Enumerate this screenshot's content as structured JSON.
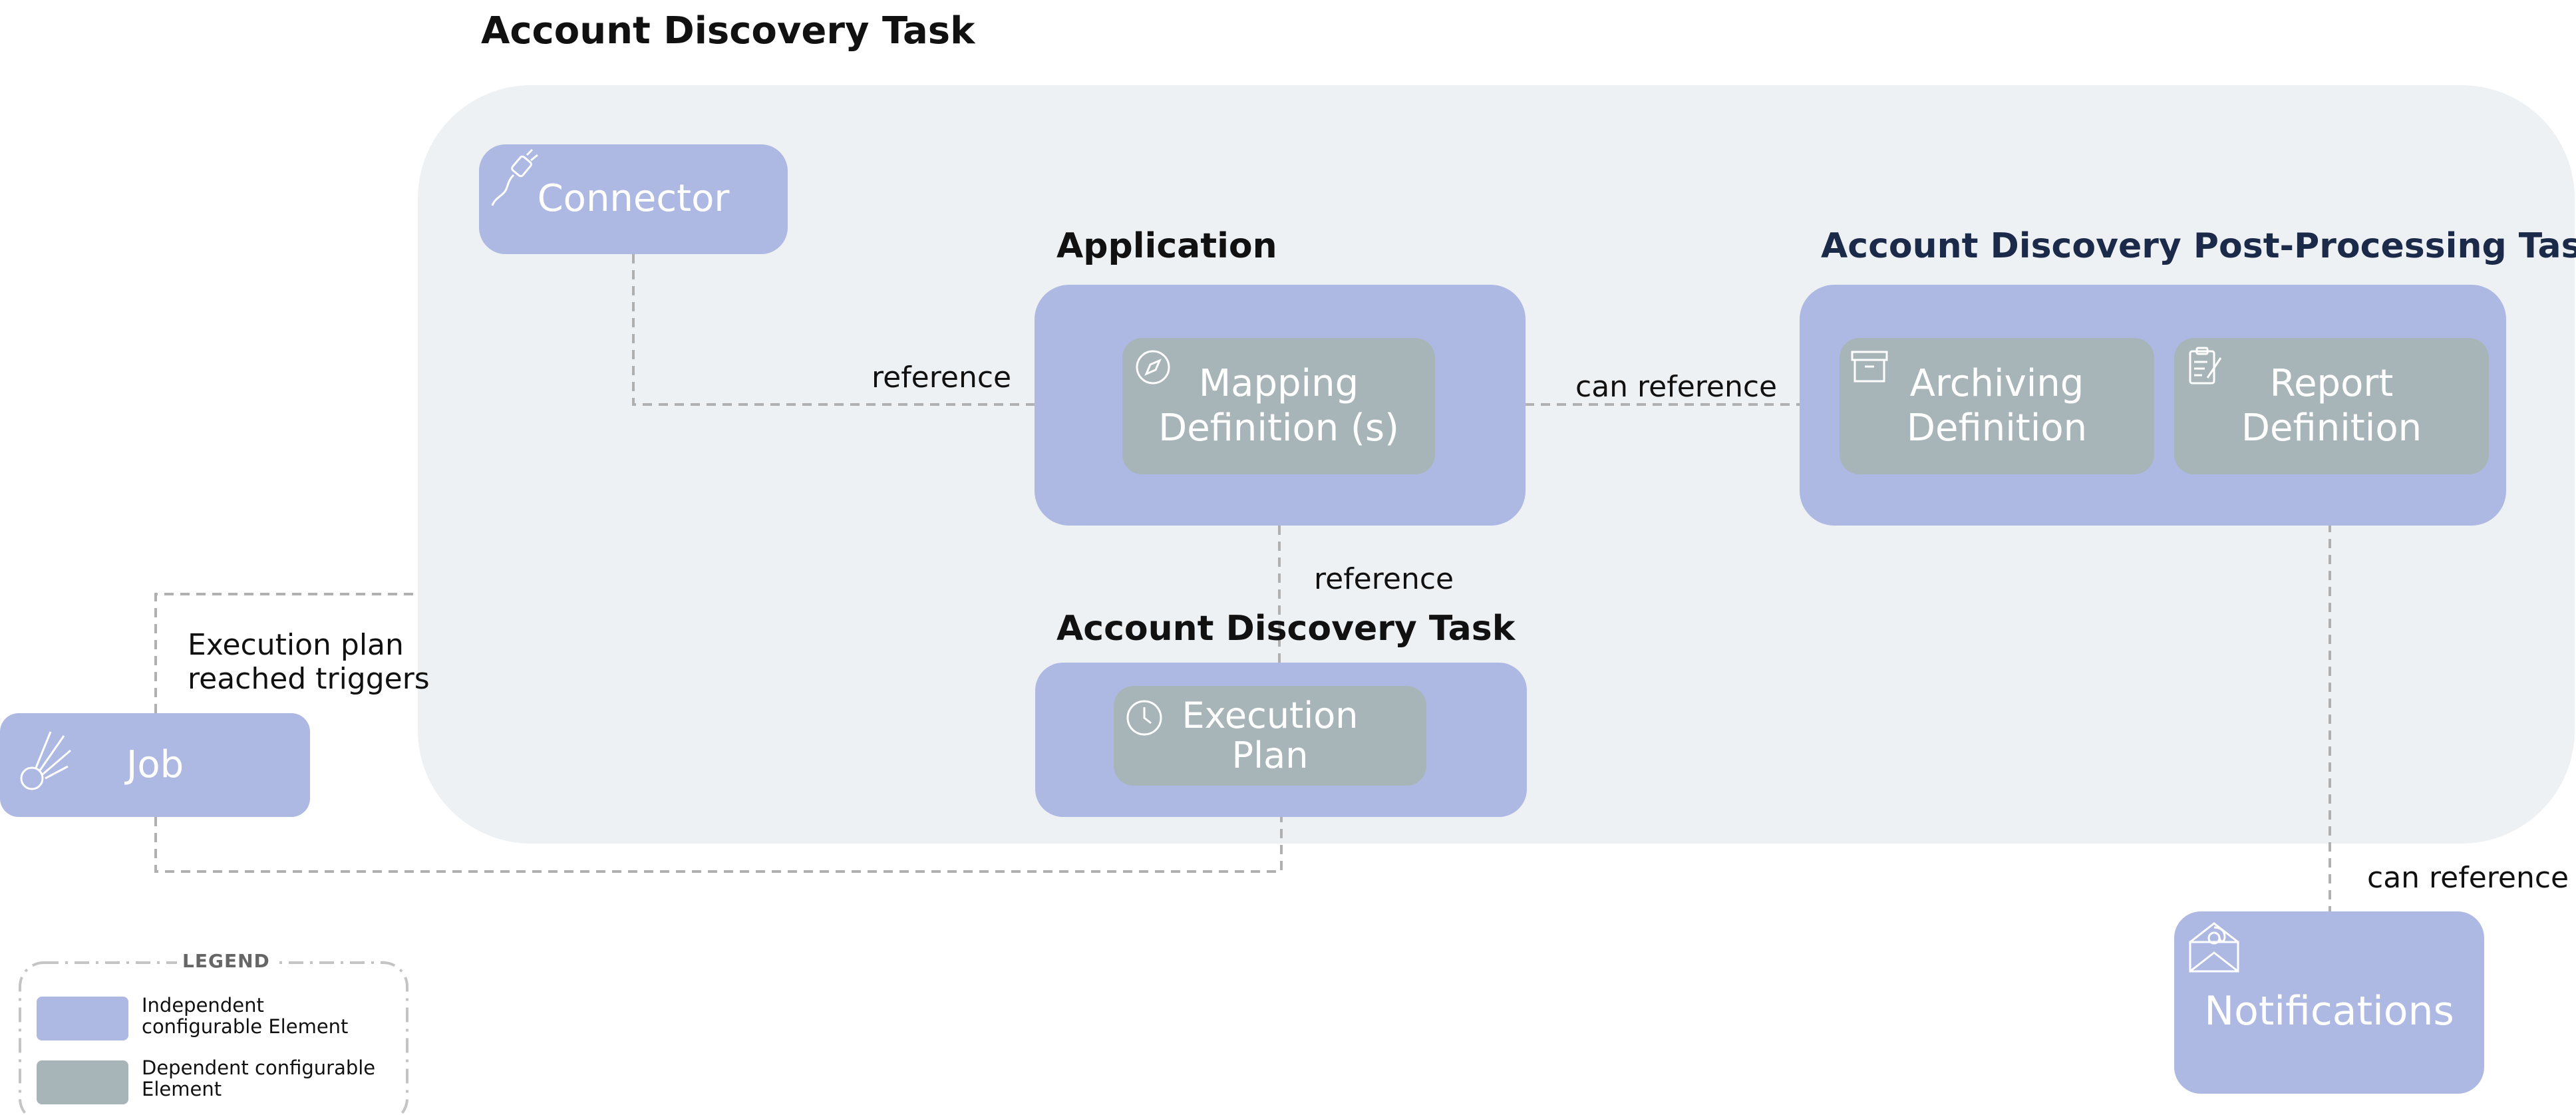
{
  "titles": {
    "main": "Account Discovery Task",
    "application": "Application",
    "post_processing": "Account Discovery Post-Processing Task",
    "account_discovery": "Account Discovery Task"
  },
  "nodes": {
    "connector": "Connector",
    "mapping": "Mapping\nDefinition (s)",
    "archiving": "Archiving\nDefinition",
    "report": "Report\nDefinition",
    "execution_plan": "Execution\nPlan",
    "job": "Job",
    "notifications": "Notifications"
  },
  "edges": {
    "connector_application": "reference",
    "application_postprocessing": "can reference",
    "mapping_execution": "reference",
    "job_trigger": "Execution plan reached triggers",
    "report_notifications": "can reference"
  },
  "legend": {
    "title": "LEGEND",
    "independent": "Independent configurable Element",
    "dependent": "Dependent configurable Element"
  },
  "icons": {
    "connector": "plug-icon",
    "mapping": "compass-icon",
    "archiving": "archive-box-icon",
    "report": "clipboard-pen-icon",
    "execution_plan": "clock-icon",
    "job": "comet-icon",
    "notifications": "envelope-at-icon"
  },
  "colors": {
    "independent": "#adb8e3",
    "dependent": "#a8b5b8",
    "frame": "#eef1f3",
    "connector_line": "#b0b0b0"
  }
}
